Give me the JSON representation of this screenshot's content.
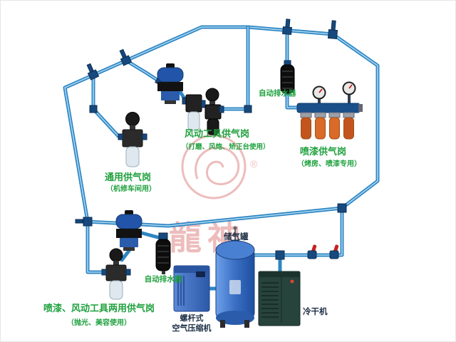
{
  "watermark": {
    "brand": "龍神",
    "registered": "®"
  },
  "stations": {
    "general": {
      "title": "通用供气岗",
      "subtitle": "（机修车间用）"
    },
    "pneumatic_tool": {
      "title": "风动工具供气岗",
      "subtitle": "（打磨、风炮、矫正台使用）"
    },
    "spray_paint": {
      "title": "喷漆供气岗",
      "subtitle": "（烤房、喷漆专用）"
    },
    "dual_use": {
      "title": "喷漆、风动工具两用供气岗",
      "subtitle": "（抛光、美容使用）"
    }
  },
  "devices": {
    "auto_drain_top": "自动排水器",
    "auto_drain_bottom": "自动排水器",
    "air_tank": "储气罐",
    "compressor_line1": "螺杆式",
    "compressor_line2": "空气压缩机",
    "dryer": "冷干机"
  },
  "colors": {
    "pipe": "#2e86c4",
    "pipe_highlight": "#a8d6f0",
    "fitting": "#17497e",
    "label_green": "#1fa13e",
    "label_dark": "#1f3046",
    "watermark_pink": "#dd7b7b",
    "cartridge_orange": "#d96a28",
    "tank_blue": "#3a6fc4",
    "valve_red": "#c42222"
  }
}
